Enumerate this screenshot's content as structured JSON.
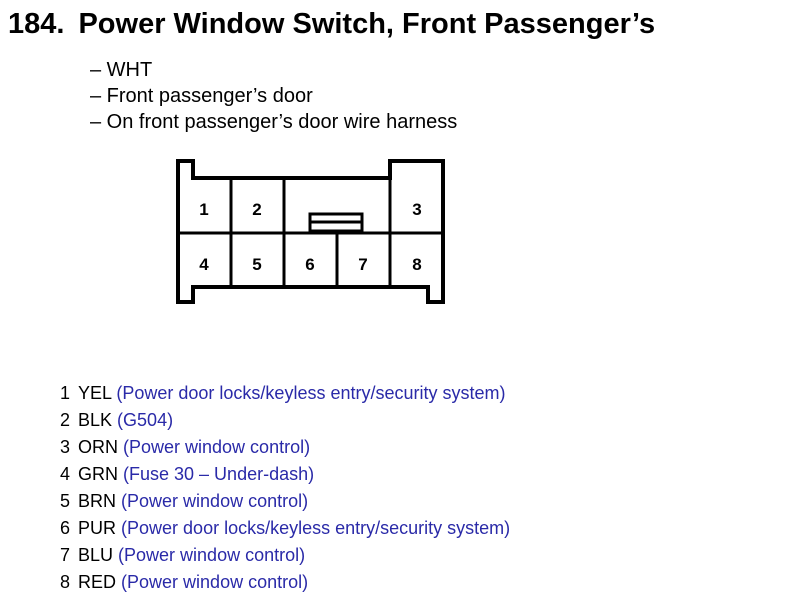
{
  "header": {
    "number": "184.",
    "title": "Power Window Switch, Front Passenger’s"
  },
  "notes": [
    "– WHT",
    "– Front passenger’s door",
    "– On front passenger’s door wire harness"
  ],
  "connector": {
    "cavity_labels": [
      "1",
      "2",
      "3",
      "4",
      "5",
      "6",
      "7",
      "8"
    ]
  },
  "pins": [
    {
      "num": "1",
      "color": "YEL",
      "desc": "(Power door locks/keyless entry/security system)"
    },
    {
      "num": "2",
      "color": "BLK",
      "desc": "(G504)"
    },
    {
      "num": "3",
      "color": "ORN",
      "desc": "(Power window control)"
    },
    {
      "num": "4",
      "color": "GRN",
      "desc": "(Fuse 30 – Under-dash)"
    },
    {
      "num": "5",
      "color": "BRN",
      "desc": "(Power window control)"
    },
    {
      "num": "6",
      "color": "PUR",
      "desc": "(Power door locks/keyless entry/security system)"
    },
    {
      "num": "7",
      "color": "BLU",
      "desc": "(Power window control)"
    },
    {
      "num": "8",
      "color": "RED",
      "desc": "(Power window control)"
    }
  ],
  "colors": {
    "text": "#000000",
    "description": "#2a2aa8",
    "outline": "#000000"
  }
}
